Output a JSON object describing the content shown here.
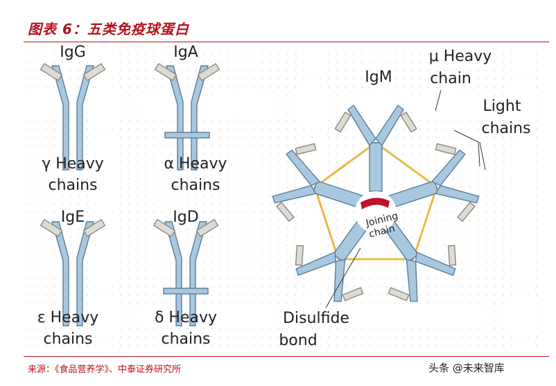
{
  "title": "图表 6：五类免疫球蛋白",
  "source": "来源：《食品营养学》、中泰证券研究所",
  "watermark": "头条 @未来智库",
  "diagram": {
    "igg": {
      "name": "IgG",
      "chain_symbol_text": "γ Heavy",
      "chains": "chains"
    },
    "iga": {
      "name": "IgA",
      "chain_symbol_text": "α Heavy",
      "chains": "chains"
    },
    "ige": {
      "name": "IgE",
      "chain_symbol_text": "ε Heavy",
      "chains": "chains"
    },
    "igd": {
      "name": "IgD",
      "chain_symbol_text": "δ Heavy",
      "chains": "chains"
    },
    "igm": {
      "name": "IgM",
      "mu_heavy": "μ Heavy",
      "mu_chain": "chain",
      "light": "Light",
      "light_chains": "chains",
      "joining": "Joining",
      "joining_chain": "chain",
      "disulfide": "Disulfide",
      "bond": "bond"
    }
  },
  "colors": {
    "accent": "#b5121b",
    "heavy_chain": "#a8c8e0",
    "light_chain": "#dedbd5",
    "disulfide": "#e8b84a",
    "joining_chain": "#c0102a"
  }
}
